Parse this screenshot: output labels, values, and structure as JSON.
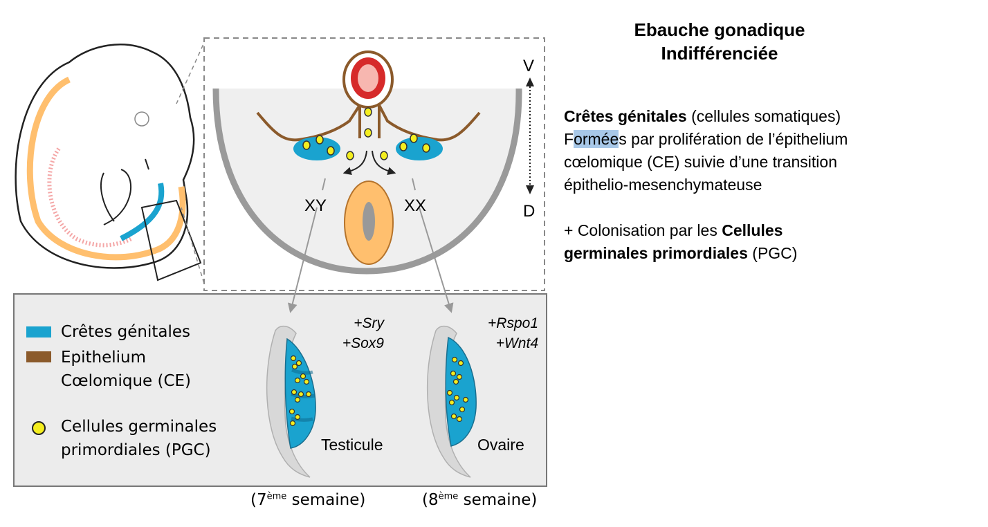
{
  "title": {
    "line1": "Ebauche gonadique",
    "line2": "Indifférenciée"
  },
  "description": {
    "p1_bold": "Crêtes génitales",
    "p1_rest": " (cellules somatiques)",
    "p2_pre": "F",
    "p2_highlight": "ormée",
    "p2_post": "s par prolifération de l’épithelium",
    "p3": "cœlomique (CE) suivie d’une transition",
    "p4": "épithelio-mesenchymateuse",
    "p5_pre": "+ Colonisation par les ",
    "p5_bold": "Cellules",
    "p6_bold": "germinales primordiales",
    "p6_rest": " (PGC)"
  },
  "diagram": {
    "axis_top": "V",
    "axis_bottom": "D",
    "left_label": "XY",
    "right_label": "XX"
  },
  "legend": {
    "genital_ridges": "Crêtes génitales",
    "epithelium_line1": "Epithelium",
    "epithelium_line2": "Cœlomique (CE)",
    "pgc_line1": "Cellules germinales",
    "pgc_line2": "primordiales (PGC)"
  },
  "outcomes": {
    "testis_genes": [
      "+Sry",
      "+Sox9"
    ],
    "testis_label": "Testicule",
    "ovary_genes": [
      "+Rspo1",
      "+Wnt4"
    ],
    "ovary_label": "Ovaire",
    "testis_week_pre": "(7",
    "testis_week_sup": "ème",
    "testis_week_post": " semaine)",
    "ovary_week_pre": "(8",
    "ovary_week_sup": "ème",
    "ovary_week_post": " semaine)"
  },
  "colors": {
    "genital_ridge": "#1aa3cf",
    "epithelium": "#8b5a2b",
    "pgc": "#f4ee1f",
    "embryo_band": "#ffbf6e",
    "panel_bg": "#ececec",
    "neural_tube": "#d62a2a"
  }
}
